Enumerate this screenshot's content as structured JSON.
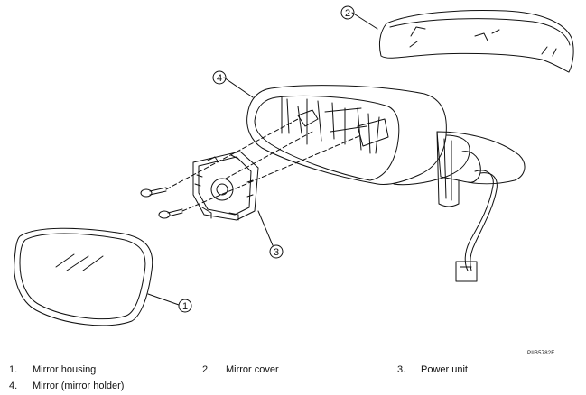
{
  "figure_code": "PIIB5782E",
  "callouts": [
    "1",
    "2",
    "3",
    "4"
  ],
  "legend": [
    {
      "num": "1.",
      "label": "Mirror housing"
    },
    {
      "num": "2.",
      "label": "Mirror cover"
    },
    {
      "num": "3.",
      "label": "Power unit"
    },
    {
      "num": "4.",
      "label": "Mirror (mirror holder)"
    }
  ]
}
